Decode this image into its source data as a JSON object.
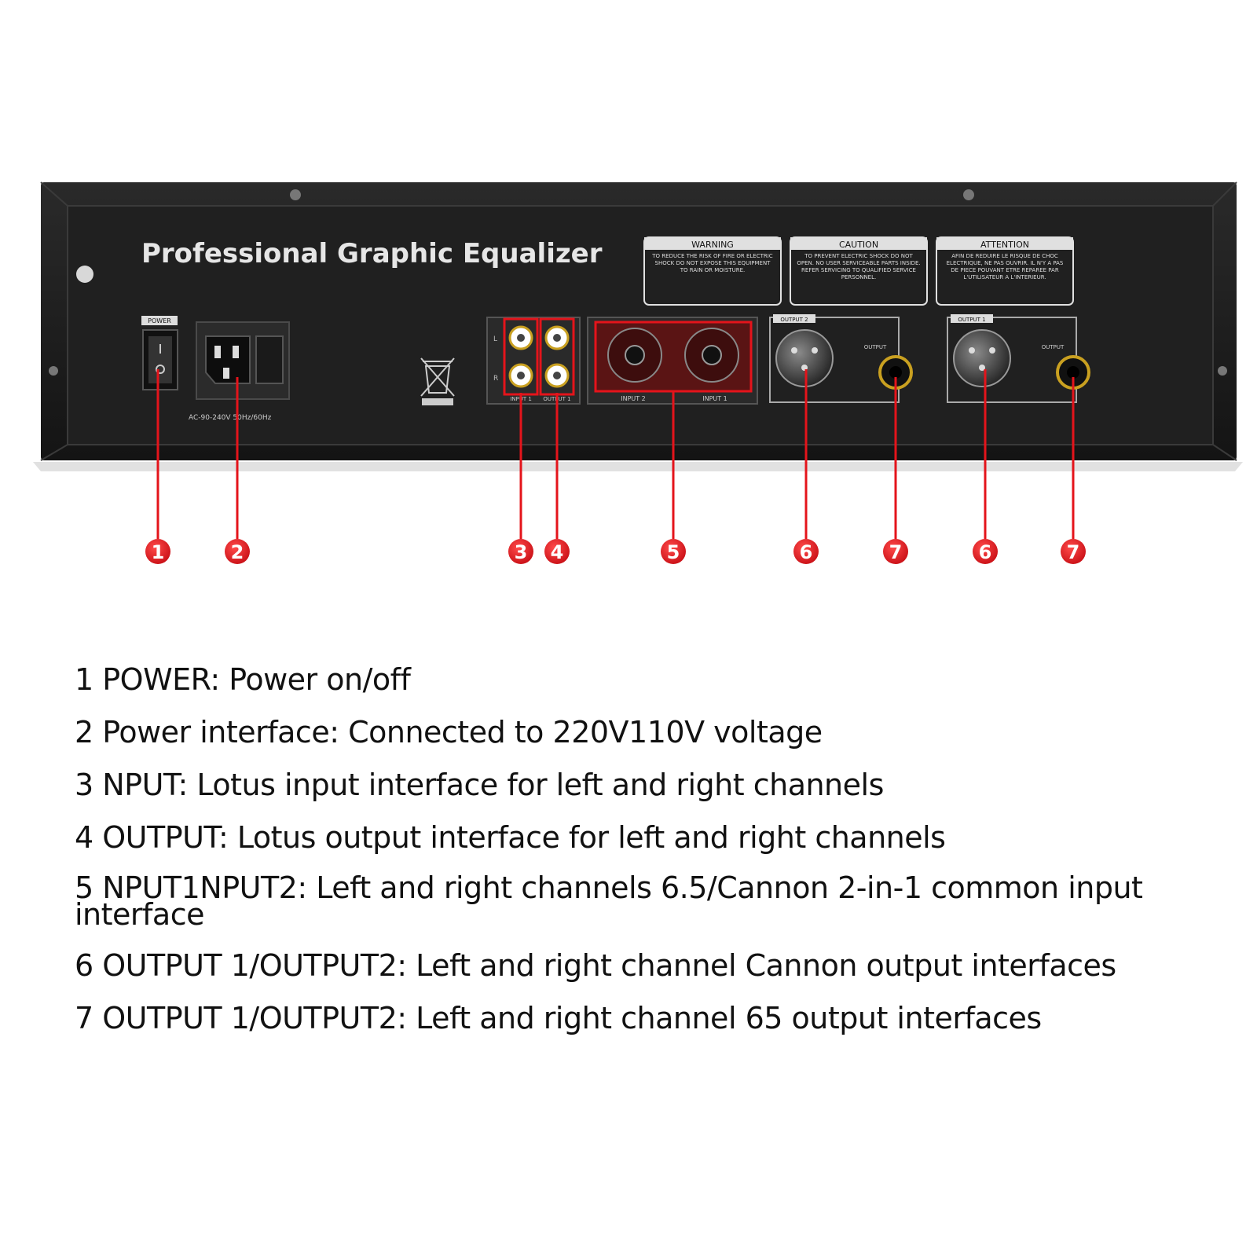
{
  "device": {
    "title": "Professional Graphic Equalizer",
    "power_label": "POWER",
    "voltage_label": "AC-90-240V 50Hz/60Hz",
    "warning_labels": [
      {
        "heading": "WARNING",
        "text": "TO REDUCE THE RISK OF FIRE OR ELECTRIC SHOCK DO NOT EXPOSE THIS EQUIPMENT TO RAIN OR MOISTURE."
      },
      {
        "heading": "CAUTION",
        "text": "TO PREVENT ELECTRIC SHOCK DO NOT OPEN. NO USER SERVICEABLE PARTS INSIDE. REFER SERVICING TO QUALIFIED SERVICE PERSONNEL."
      },
      {
        "heading": "ATTENTION",
        "text": "AFIN DE REDUIRE LE RISQUE DE CHOC ELECTRIQUE, NE PAS OUVRIR. IL N'Y A PAS DE PIECE POUVANT ETRE REPAREE PAR L'UTILISATEUR A L'INTERIEUR."
      }
    ],
    "rca_side_labels": [
      "L",
      "R"
    ],
    "input1_label": "INPUT 1",
    "output1_small_label": "OUTPUT 1",
    "combo_labels": [
      "INPUT 2",
      "INPUT 1"
    ],
    "output_block_labels": [
      "OUTPUT 2",
      "OUTPUT 1"
    ],
    "jack_label": "OUTPUT"
  },
  "callouts": [
    "1",
    "2",
    "3",
    "4",
    "5",
    "6",
    "7",
    "6",
    "7"
  ],
  "legend": [
    "1 POWER: Power on/off",
    "2 Power interface: Connected to 220V110V voltage",
    "3 NPUT: Lotus input interface for left and right channels",
    "4 OUTPUT: Lotus output interface for left and right channels",
    "5 NPUT1NPUT2: Left and right channels 6.5/Cannon 2-in-1 common input interface",
    "6 OUTPUT 1/OUTPUT2: Left and right channel Cannon output interfaces",
    "7 OUTPUT 1/OUTPUT2: Left and right channel 65 output interfaces"
  ],
  "colors": {
    "callout": "#e4141b",
    "panel": "#1c1c1c",
    "panel_inner": "#222222",
    "text": "#111111"
  }
}
